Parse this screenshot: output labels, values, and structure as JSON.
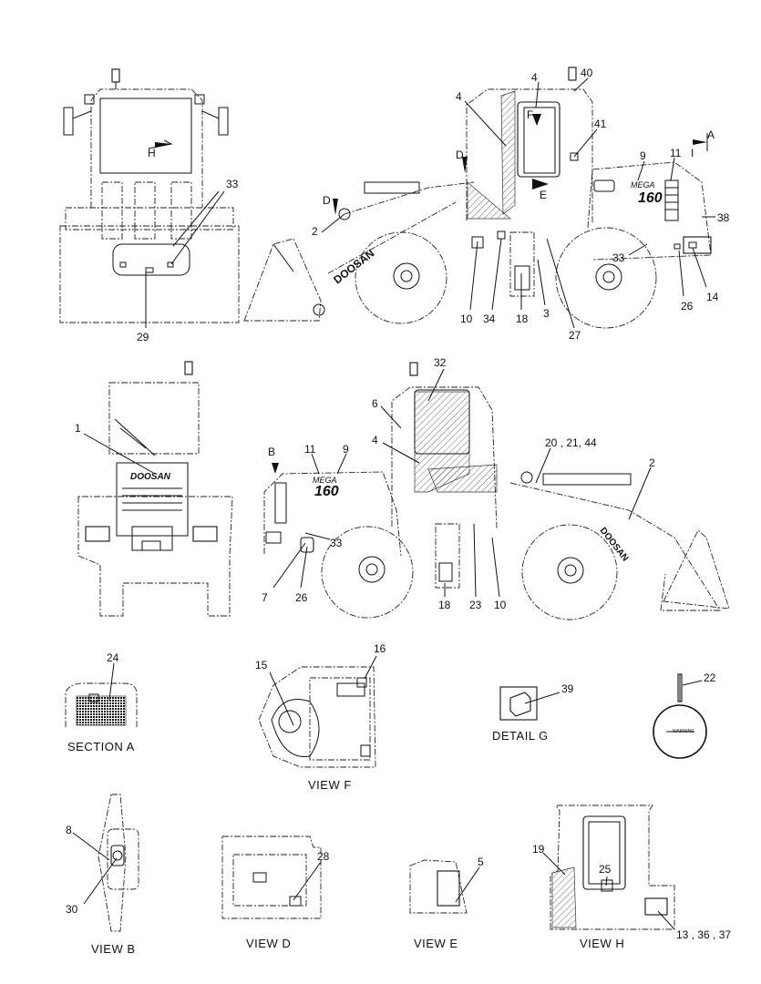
{
  "callouts": {
    "n1": "1",
    "n2": "2",
    "n3": "3",
    "n4": "4",
    "n5": "5",
    "n6": "6",
    "n7": "7",
    "n8": "8",
    "n9": "9",
    "n10": "10",
    "n11": "11",
    "n13_36_37": "13 , 36 , 37",
    "n14": "14",
    "n15": "15",
    "n16": "16",
    "n18": "18",
    "n19": "19",
    "n20_21_44": "20 , 21, 44",
    "n22": "22",
    "n23": "23",
    "n24": "24",
    "n25": "25",
    "n26": "26",
    "n27": "27",
    "n28": "28",
    "n29": "29",
    "n30": "30",
    "n32": "32",
    "n33": "33",
    "n34": "34",
    "n38": "38",
    "n39": "39",
    "n40": "40",
    "n41": "41"
  },
  "view_letters": {
    "a": "A",
    "b": "B",
    "d": "D",
    "e": "E",
    "f": "F",
    "h": "H",
    "i": "I"
  },
  "captions": {
    "section_a": "SECTION  A",
    "view_f": "VIEW  F",
    "detail_g": "DETAIL  G",
    "view_b": "VIEW  B",
    "view_d": "VIEW  D",
    "view_e": "VIEW  E",
    "view_h": "VIEW  H"
  },
  "decals": {
    "brand": "DOOSAN",
    "model": "160",
    "mega": "MEGA",
    "warning": "WARNING"
  }
}
